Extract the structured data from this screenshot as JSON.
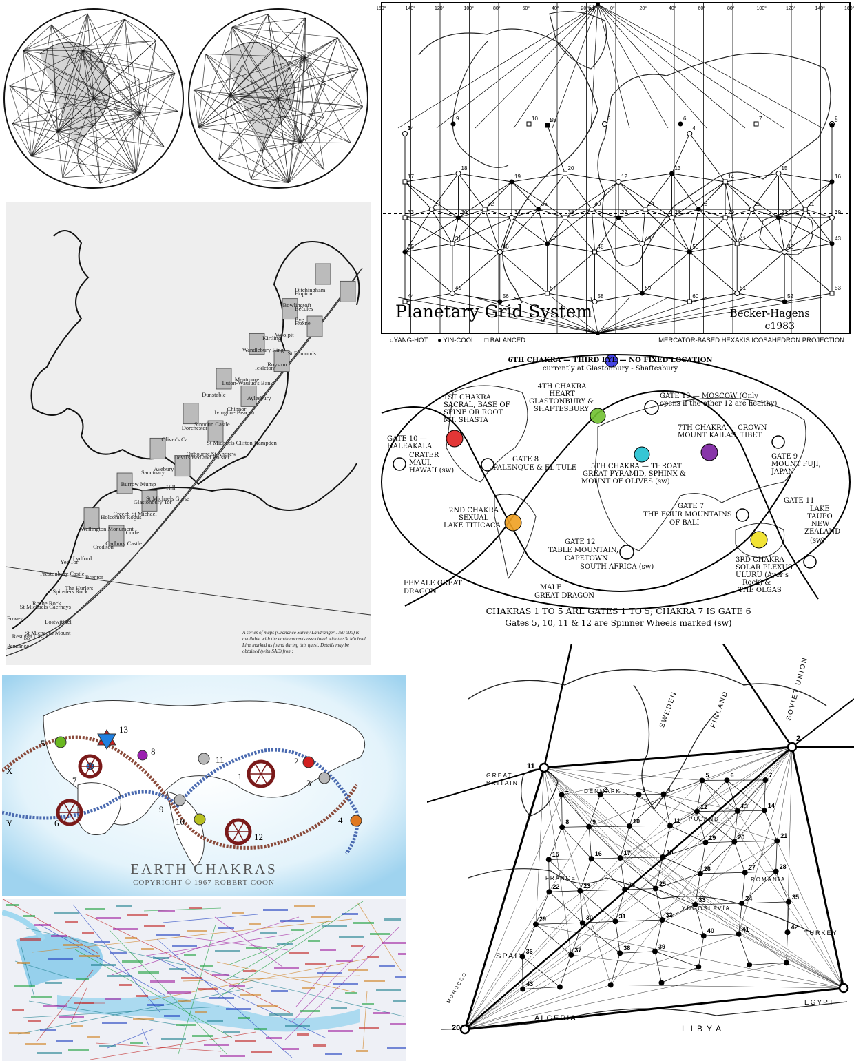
{
  "grid": {
    "title": "Planetary Grid System",
    "author": "Becker-Hagens",
    "year": "c1983",
    "legend_yang": "YANG-HOT",
    "legend_yin": "YIN-COOL",
    "legend_balanced": "BALANCED",
    "projection": "MERCATOR-BASED HEXAKIS ICOSAHEDRON PROJECTION",
    "top_number": "61",
    "bottom_number": "62",
    "longitudes": [
      "150°",
      "140°",
      "120°",
      "100°",
      "80°",
      "60°",
      "40°",
      "20°",
      "0°",
      "20°",
      "40°",
      "60°",
      "80°",
      "100°",
      "120°",
      "140°",
      "160°"
    ],
    "nodes": [
      {
        "n": "9"
      },
      {
        "n": "10"
      },
      {
        "n": "3"
      },
      {
        "n": "6"
      },
      {
        "n": "7"
      },
      {
        "n": "8"
      },
      {
        "n": "1"
      },
      {
        "n": "2"
      },
      {
        "n": "4"
      },
      {
        "n": "5"
      },
      {
        "n": "17"
      },
      {
        "n": "18"
      },
      {
        "n": "19"
      },
      {
        "n": "20"
      },
      {
        "n": "12"
      },
      {
        "n": "13"
      },
      {
        "n": "14"
      },
      {
        "n": "15"
      },
      {
        "n": "16"
      },
      {
        "n": "33"
      },
      {
        "n": "37"
      },
      {
        "n": "30"
      },
      {
        "n": "32"
      },
      {
        "n": "34"
      },
      {
        "n": "36"
      },
      {
        "n": "38"
      },
      {
        "n": "40"
      },
      {
        "n": "22"
      },
      {
        "n": "24"
      },
      {
        "n": "26"
      },
      {
        "n": "28"
      },
      {
        "n": "29"
      },
      {
        "n": "25"
      },
      {
        "n": "23"
      },
      {
        "n": "21"
      },
      {
        "n": "39"
      },
      {
        "n": "35"
      },
      {
        "n": "31"
      },
      {
        "n": "46"
      },
      {
        "n": "47"
      },
      {
        "n": "48"
      },
      {
        "n": "49"
      },
      {
        "n": "50"
      },
      {
        "n": "41"
      },
      {
        "n": "42"
      },
      {
        "n": "43"
      },
      {
        "n": "44"
      },
      {
        "n": "45"
      },
      {
        "n": "56"
      },
      {
        "n": "57"
      },
      {
        "n": "58"
      },
      {
        "n": "59"
      },
      {
        "n": "60"
      },
      {
        "n": "51"
      },
      {
        "n": "52"
      },
      {
        "n": "53"
      },
      {
        "n": "54"
      },
      {
        "n": "55"
      }
    ]
  },
  "chakra_map": {
    "labels": {
      "c6": "6TH CHAKRA — THIRD EYE — NO FIXED LOCATION",
      "c6b": "currently at Glastonbury - Shaftesbury",
      "c4a": "4TH CHAKRA",
      "c4b": "HEART",
      "c4c": "GLASTONBURY &",
      "c4d": "SHAFTESBURY",
      "g13a": "GATE 13 — MOSCOW (Only",
      "g13b": "opens if the other 12 are healthy)",
      "c1a": "1ST CHAKRA",
      "c1b": "SACRAL, BASE OF",
      "c1c": "SPINE OR ROOT",
      "c1d": "MT. SHASTA",
      "g10a": "GATE 10 —",
      "g10b": "HALEAKALA",
      "g10c": "CRATER",
      "g10d": "MAUI,",
      "g10e": "HAWAII (sw)",
      "c7a": "7TH CHAKRA — CROWN",
      "c7b": "MOUNT KAILAS, TIBET",
      "g8a": "GATE 8",
      "g8b": "PALENQUE & EL TULE",
      "c5a": "5TH CHAKRA — THROAT",
      "c5b": "GREAT PYRAMID, SPHINX &",
      "c5c": "MOUNT OF OLIVES (sw)",
      "g9a": "GATE 9",
      "g9b": "MOUNT FUJI,",
      "g9c": "JAPAN",
      "c2a": "2ND CHAKRA",
      "c2b": "SEXUAL",
      "c2c": "LAKE TITICACA",
      "g7a": "GATE 7",
      "g7b": "THE FOUR MOUNTAINS",
      "g7c": "OF BALI",
      "g11a": "GATE 11",
      "g11b": "LAKE",
      "g11c": "TAUPO",
      "g11d": "NEW",
      "g11e": "ZEALAND",
      "g11f": "(sw)",
      "g12a": "GATE 12",
      "g12b": "TABLE MOUNTAIN,",
      "g12c": "CAPETOWN",
      "g12d": "SOUTH AFRICA (sw)",
      "c3a": "3RD CHAKRA",
      "c3b": "SOLAR PLEXUS",
      "c3c": "ULURU (Ayer's",
      "c3d": "Rock) &",
      "c3e": "THE OLGAS",
      "fem_a": "FEMALE GREAT",
      "fem_b": "DRAGON",
      "male_a": "MALE",
      "male_b": "GREAT DRAGON",
      "foot1": "CHAKRAS 1 TO 5 ARE GATES 1 TO 5; CHAKRA 7 IS GATE 6",
      "foot2": "Gates 5, 10, 11 & 12 are Spinner Wheels marked (sw)"
    },
    "colors": {
      "c1": "#e02020",
      "c2": "#f0a020",
      "c3": "#f0e020",
      "c4": "#70c030",
      "c5": "#20c0d0",
      "c6": "#3030e0",
      "c7": "#7a1fa0"
    }
  },
  "uk_map": {
    "places": [
      "Hopton",
      "Ditchingham",
      "Beccles",
      "Bowlingtoft",
      "Hoxne",
      "Eye",
      "Kirtling",
      "Woolpit",
      "St Edmunds",
      "Wandlebury Ring",
      "Ickleton",
      "Royston",
      "Luton-Waulud's Bank",
      "Mentmore",
      "Aylesbury",
      "Dunstable",
      "Ivinghoe Beacon",
      "Chinnor",
      "Dorchester",
      "Sinodun Castle",
      "St Michaels Clifton Hampden",
      "Oliver's Ca",
      "Devil's Bed and Bolster",
      "Ogbourne St Andrew",
      "Sanctuary",
      "Avebury",
      "Hill",
      "Burrow Mump",
      "Glastonbury Tor",
      "St Michaels Gorse",
      "Holcombe Rogus",
      "Creech St Michael",
      "Corfe",
      "Wellington Monument",
      "Crediton",
      "Cadbury Castle",
      "Yes Tor",
      "Lydford",
      "Brentor",
      "Prestonbury Castle",
      "Spinsters Rock",
      "The Hurlers",
      "St Michaels Caerhays",
      "Roche Rock",
      "Lostwithiel",
      "Fowey",
      "Resugga Castle",
      "St Michael's Mount",
      "Penzance"
    ],
    "note": "A series of maps (Ordnance Survey Landranger 1:50 000) is available with the earth currents associated with the St Michael Line marked as found during this quest. Details may be obtained (with SAE) from:"
  },
  "coon": {
    "title": "EARTH CHAKRAS",
    "copyright": "COPYRIGHT © 1967 ROBERT COON",
    "numbers": [
      "1",
      "2",
      "3",
      "4",
      "5",
      "6",
      "7",
      "8",
      "9",
      "10",
      "11",
      "12",
      "13"
    ],
    "side_labels": [
      "X",
      "Y"
    ],
    "colors": {
      "green": "#6ab820",
      "red": "#d02020",
      "purple": "#9a20b0",
      "silver": "#b8b8b8",
      "orange": "#e07820",
      "lime": "#b8c020",
      "blue": "#2080e0",
      "wheel": "#7a1a1a"
    }
  },
  "europe": {
    "countries": [
      "GREAT BRITAIN",
      "SWEDEN",
      "FINLAND",
      "SOVIET UNION",
      "DENMARK",
      "FRANCE",
      "POLAND",
      "SPAIN",
      "ALGERIA",
      "LIBYA",
      "EGYPT",
      "TURKEY",
      "ROMANIA",
      "YUGOSLAVIA",
      "MOROCCO"
    ],
    "corner_nodes": [
      "11",
      "2",
      "20",
      "1"
    ],
    "numbers": [
      "1",
      "2",
      "3",
      "4",
      "5",
      "6",
      "7",
      "8",
      "9",
      "10",
      "11",
      "12",
      "13",
      "14",
      "15",
      "16",
      "17",
      "18",
      "19",
      "20",
      "21",
      "22",
      "23",
      "24",
      "25",
      "26",
      "27",
      "28",
      "29",
      "30",
      "31",
      "32",
      "33",
      "34",
      "35",
      "36",
      "37",
      "38",
      "39",
      "40",
      "41",
      "42",
      "43"
    ]
  }
}
